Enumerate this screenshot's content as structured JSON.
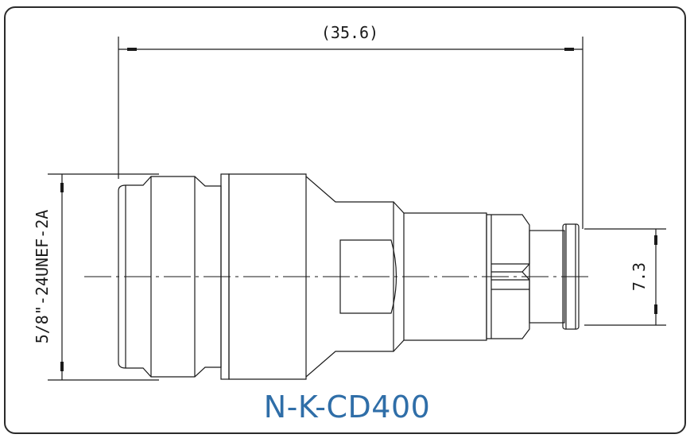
{
  "drawing": {
    "length_dim": "(35.6)",
    "thread_dim": "5/8\"-24UNEF-2A",
    "pin_dim": "7.3"
  },
  "model": {
    "name": "N-K-CD400",
    "color": "#2f6ea8"
  },
  "colors": {
    "line": "#1a1a1a",
    "frame": "#2b2b2b"
  }
}
